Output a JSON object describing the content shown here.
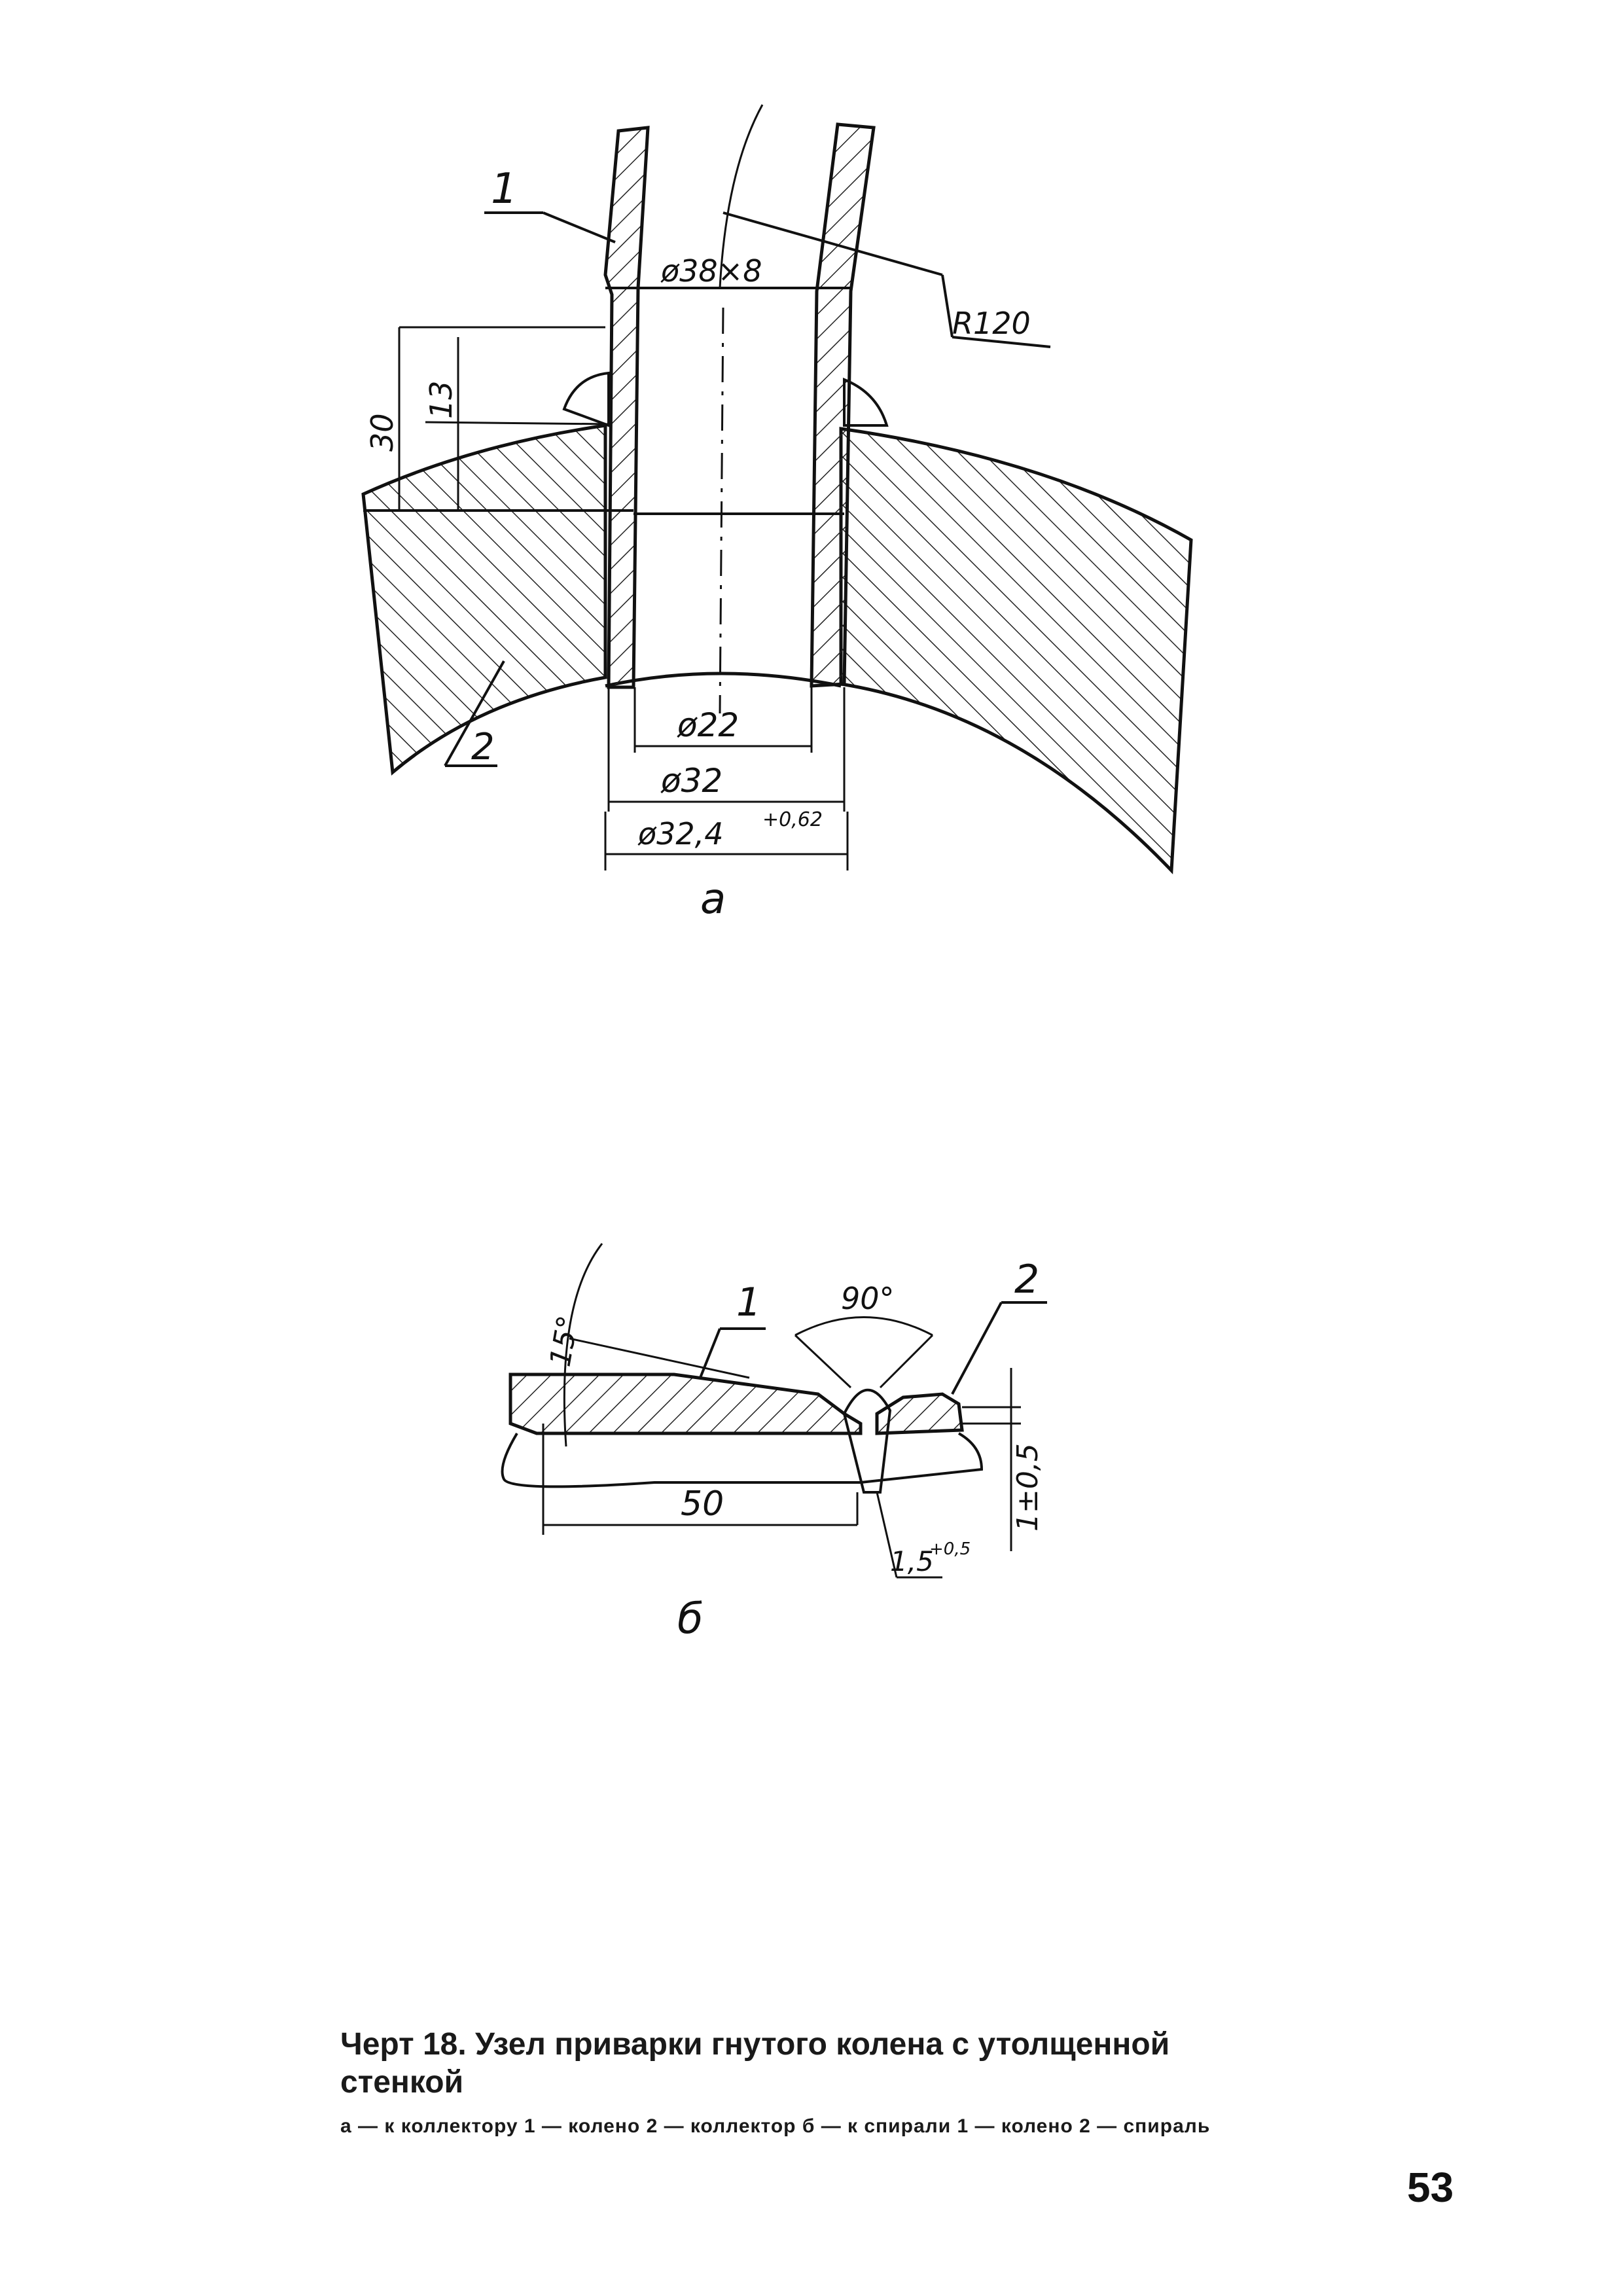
{
  "figure_a": {
    "part_label_1": "1",
    "part_label_2": "2",
    "dim_bore_top": "ø38×8",
    "dim_radius": "R120",
    "dim_height_outer": "30",
    "dim_height_inner": "13",
    "dim_inner_diameter": "ø22",
    "dim_mid_diameter": "ø32",
    "dim_outer_diameter": "ø32,4",
    "dim_outer_tolerance": "+0,62",
    "sublabel": "а"
  },
  "figure_b": {
    "angle_left": "15°",
    "angle_groove": "90°",
    "part_label_1": "1",
    "part_label_2": "2",
    "dim_length": "50",
    "dim_gap": "1,5",
    "dim_gap_tolerance": "+0,5",
    "dim_step": "1±0,5",
    "sublabel": "б"
  },
  "caption": {
    "title": "Черт 18. Узел приварки гнутого колена с утолщенной стенкой",
    "legend": "а — к коллектору 1 — колено 2 — коллектор б — к спирали 1 — колено 2 — спираль"
  },
  "page_number": "53"
}
